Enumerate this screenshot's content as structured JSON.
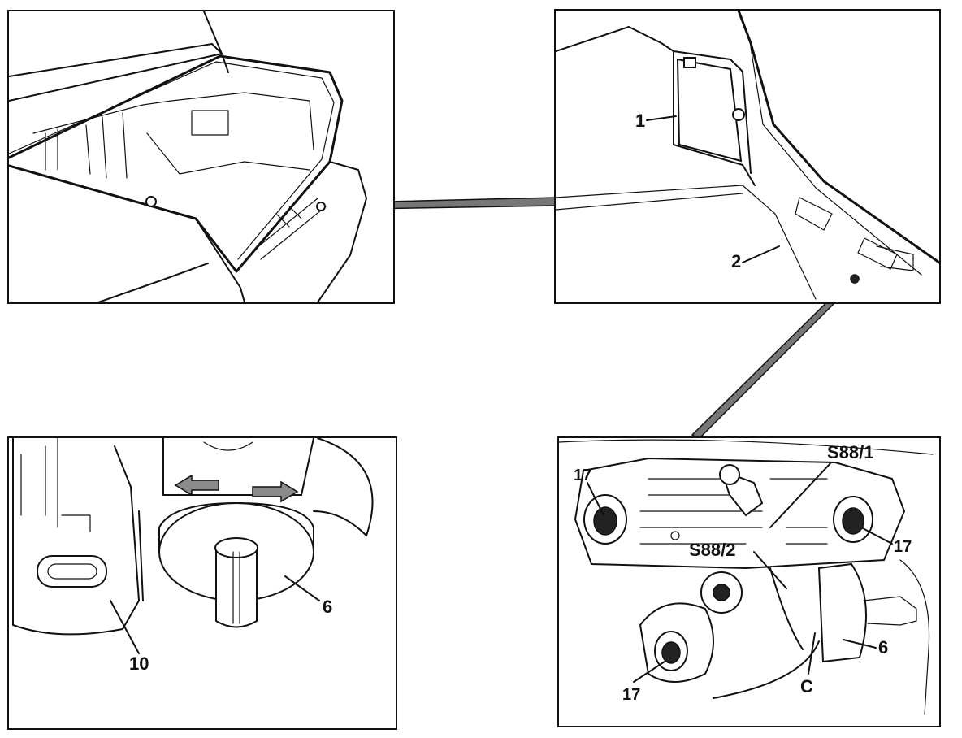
{
  "panels": {
    "trunk_overview": {
      "labels": []
    },
    "trunk_detail": {
      "labels": [
        "1",
        "2"
      ]
    },
    "bottom_left": {
      "labels": [
        "10",
        "6"
      ]
    },
    "bottom_right": {
      "labels": [
        "S88/1",
        "S88/2",
        "17",
        "17",
        "17",
        "6",
        "C"
      ]
    }
  }
}
